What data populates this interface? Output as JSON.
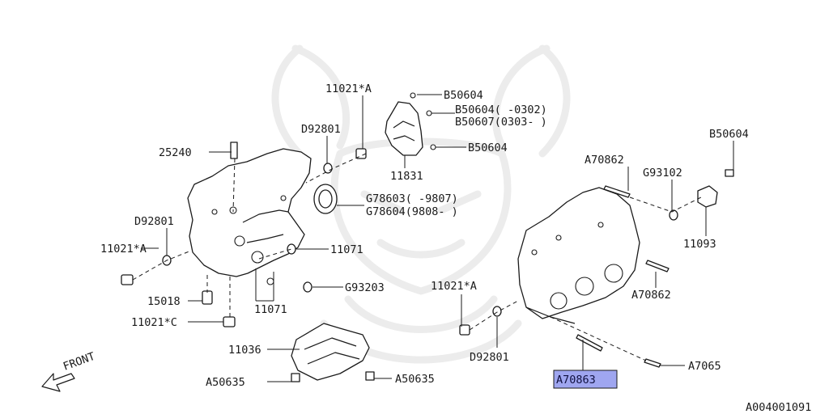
{
  "diagram_id": "A004001091",
  "front_label": "FRONT",
  "highlight_color": "#9fa6f0",
  "callouts": {
    "b50604_top": "B50604",
    "b50604_0302": "B50604(       -0302)",
    "b50607_0303": "B50607(0303-       )",
    "b50604_mid": "B50604",
    "b50604_right": "B50604",
    "p11021a_top": "11021*A",
    "d92801_top": "D92801",
    "p25240": "25240",
    "p11831": "11831",
    "g78603": "G78603(       -9807)",
    "g78604": "G78604(9808-       )",
    "a70862_top": "A70862",
    "g93102": "G93102",
    "p11093": "11093",
    "d92801_left": "D92801",
    "p11021a_left": "11021*A",
    "p11071_a": "11071",
    "p11071_b": "11071",
    "g93203": "G93203",
    "p15018": "15018",
    "p11021c": "11021*C",
    "p11021a_right": "11021*A",
    "a70862_right": "A70862",
    "d92801_bottom": "D92801",
    "p11036": "11036",
    "a50635_left": "A50635",
    "a50635_right": "A50635",
    "a70863": "A70863",
    "a7065": "A7065"
  }
}
